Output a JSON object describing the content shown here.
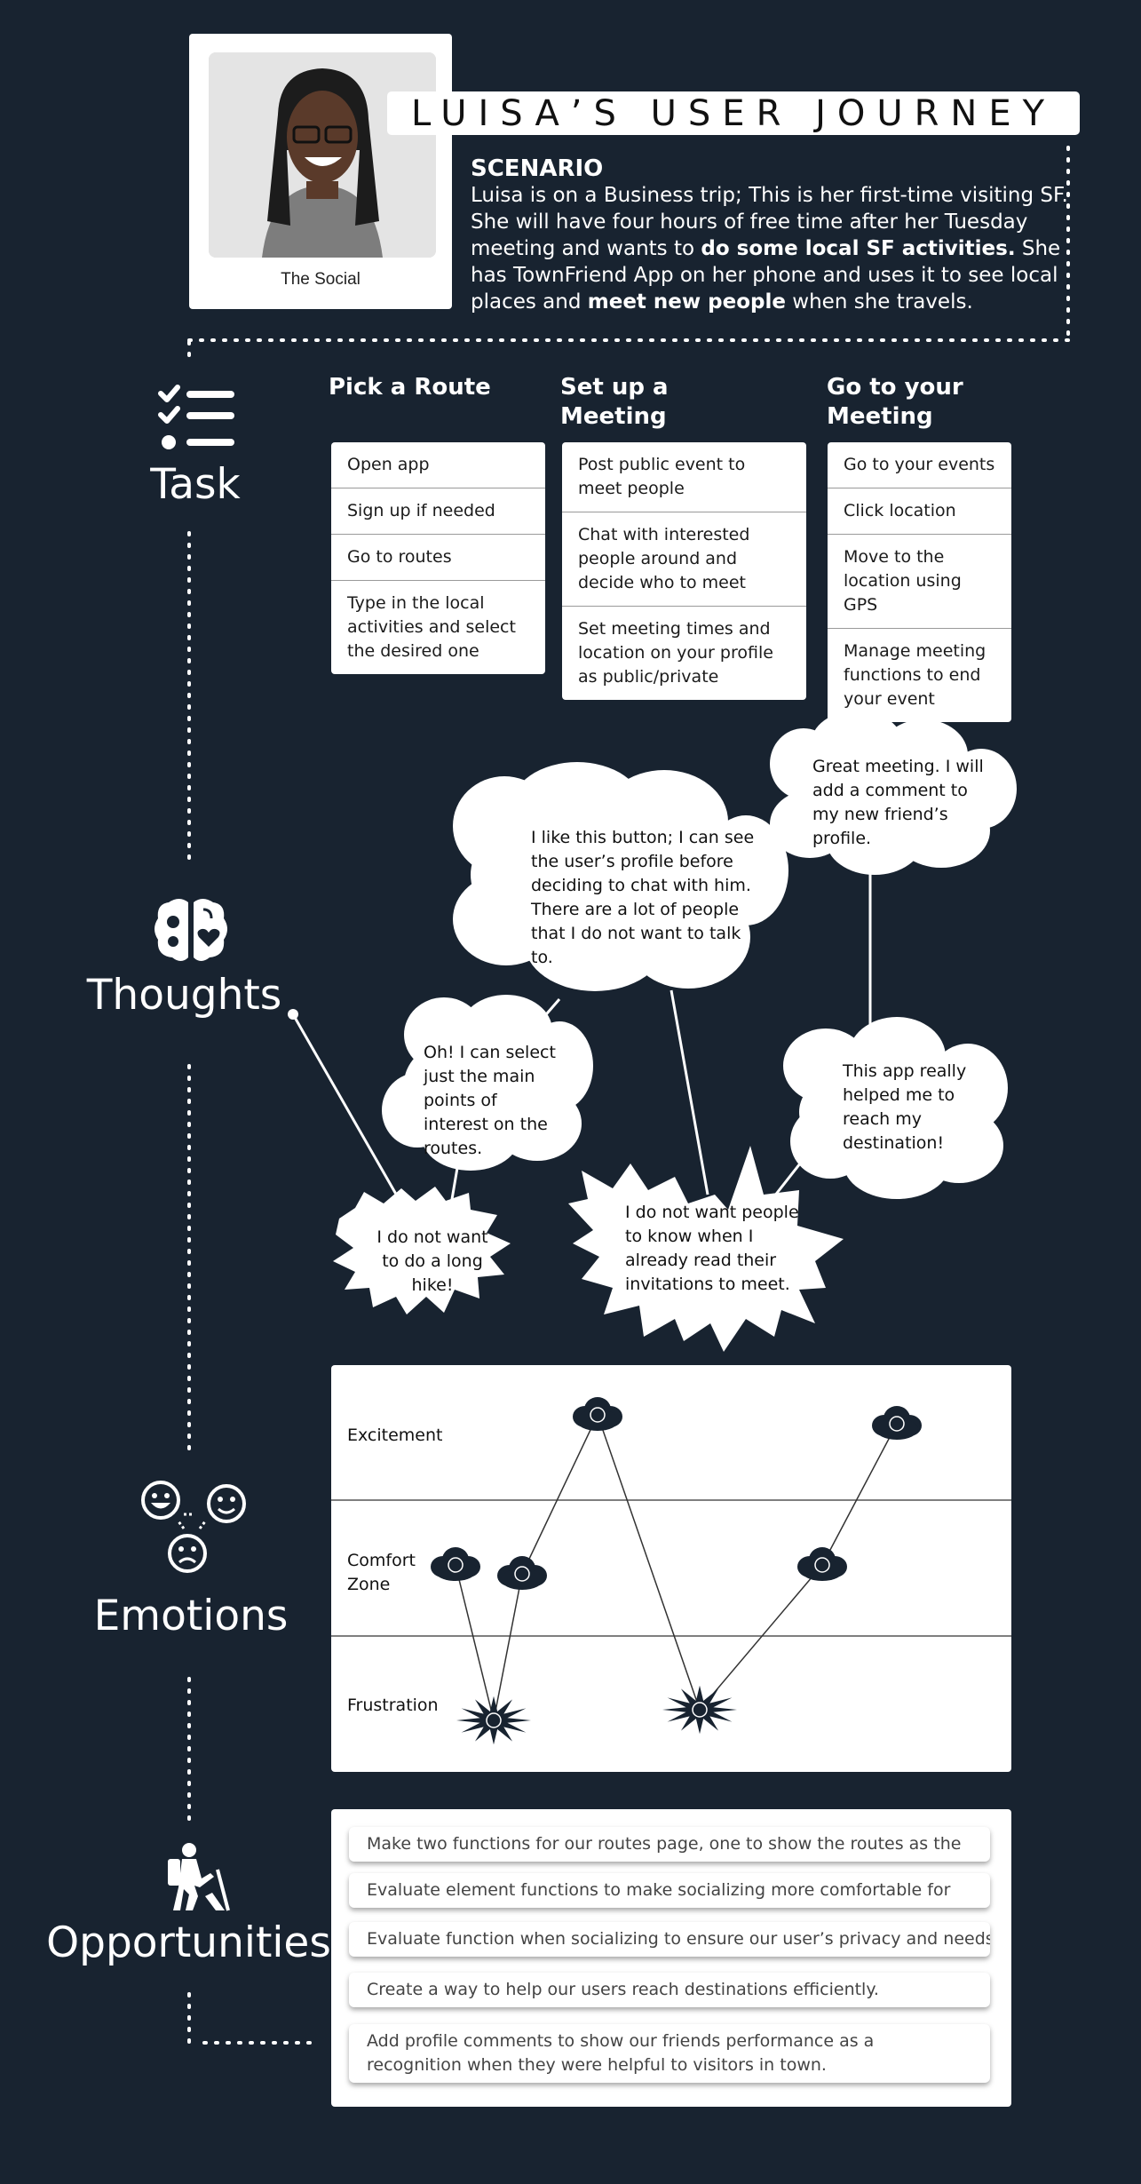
{
  "header": {
    "photo_caption": "The Social",
    "title": "LUISA’S USER JOURNEY"
  },
  "scenario": {
    "heading": "SCENARIO",
    "text_1": "Luisa is on a Business trip; This is her first-time visiting SF. She will have four hours of free time after her Tuesday meeting and wants to ",
    "bold_1": "do some local SF activities.",
    "text_2": " She has TownFriend App on her phone and uses it to see local places and ",
    "bold_2": "meet new people",
    "text_3": " when she travels."
  },
  "sections": {
    "task": "Task",
    "thoughts": "Thoughts",
    "emotions": "Emotions",
    "opportunities": "Opportunities"
  },
  "tasks": [
    {
      "heading": "Pick a Route",
      "items": [
        "Open app",
        "Sign up if needed",
        "Go to routes",
        "Type in the local activities and select the desired one"
      ]
    },
    {
      "heading": "Set up a Meeting",
      "items": [
        "Post public event to meet people",
        "Chat with interested people around and decide who to meet",
        "Set meeting times and location on your profile as public/private"
      ]
    },
    {
      "heading": "Go to your Meeting",
      "items": [
        "Go to your events",
        "Click location",
        "Move to the location using GPS",
        "Manage meeting functions to end your event"
      ]
    }
  ],
  "thoughts": {
    "hike": "I do not want to do a long hike!",
    "select": "Oh! I can select just the main points of interest on the routes.",
    "button": "I like this button; I can see the user’s profile before deciding to chat with him. There are a lot of people that I do not want to talk to.",
    "read": "I do not want people to know when I already read their invitations to meet.",
    "great": "Great meeting. I will add a comment to my new friend’s profile.",
    "helped": "This app really helped me to reach my destination!"
  },
  "emotions": {
    "levels": [
      "Excitement",
      "Comfort Zone",
      "Frustration"
    ],
    "points": [
      {
        "kind": "cloud",
        "level": "Comfort Zone"
      },
      {
        "kind": "burst",
        "level": "Frustration"
      },
      {
        "kind": "cloud",
        "level": "Comfort Zone"
      },
      {
        "kind": "cloud",
        "level": "Excitement"
      },
      {
        "kind": "burst",
        "level": "Frustration"
      },
      {
        "kind": "cloud",
        "level": "Comfort Zone"
      },
      {
        "kind": "cloud",
        "level": "Excitement"
      }
    ]
  },
  "opportunities": [
    "Make two functions for our routes page, one to show the routes as the",
    "Evaluate element functions to make socializing more comfortable for",
    "Evaluate function when socializing to ensure our user’s privacy and needs.",
    "Create a way to help our users reach destinations efficiently.",
    "Add profile comments to show our friends performance as a recognition when they were helpful to visitors in town."
  ],
  "icons": [
    "checklist-icon",
    "brain-icon",
    "emotions-icon",
    "hiker-icon"
  ]
}
